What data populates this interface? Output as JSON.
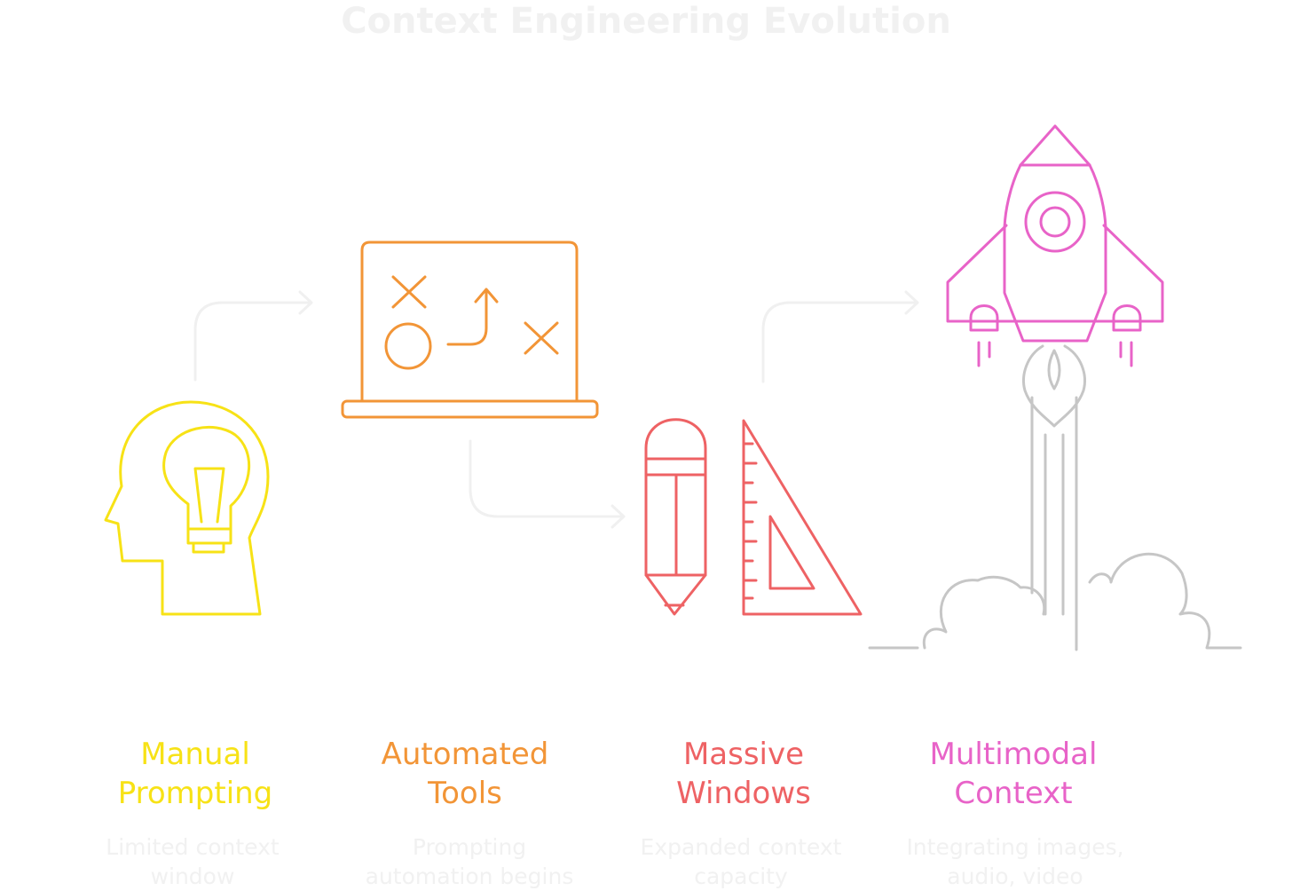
{
  "diagram": {
    "title": "Context Engineering Evolution",
    "stages": [
      {
        "title": "Manual\nPrompting",
        "description": "Limited context\nwindow",
        "color": "#f7e216",
        "icon": "head-lightbulb-icon"
      },
      {
        "title": "Automated\nTools",
        "description": "Prompting\nautomation begins",
        "color": "#f29537",
        "icon": "strategy-board-icon"
      },
      {
        "title": "Massive\nWindows",
        "description": "Expanded context\ncapacity",
        "color": "#ee6264",
        "icon": "pencil-ruler-icon"
      },
      {
        "title": "Multimodal\nContext",
        "description": "Integrating images,\naudio, video",
        "color": "#e863c8",
        "icon": "rocket-launch-icon"
      }
    ],
    "connector_color": "#f0f0f0",
    "smoke_color": "#c6c6c6"
  }
}
